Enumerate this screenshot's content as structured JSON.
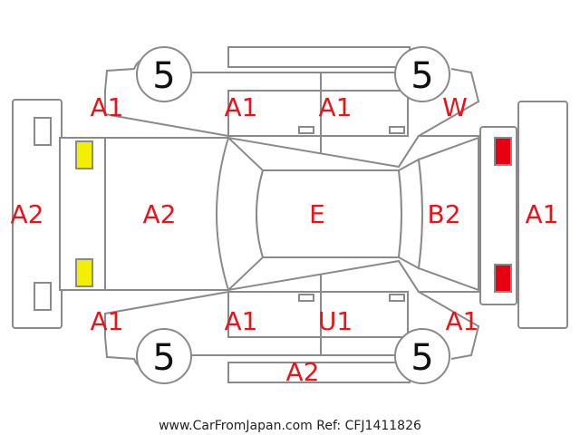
{
  "colors": {
    "damage_code": "#e8141a",
    "outline": "#8a8a8a",
    "fog_lamp": "#f2ef00",
    "tail_lamp": "#e60012"
  },
  "labels": {
    "front_bumper": "A2",
    "hood": "A2",
    "roof": "E",
    "back_door": "B2",
    "rear_bumper": "A1",
    "front_fender_upper": "A1",
    "front_door_upper": "A1",
    "rear_door_upper": "A1",
    "rear_quarter_upper": "W",
    "front_fender_lower": "A1",
    "front_door_lower": "A1",
    "rear_door_lower": "U1",
    "rear_quarter_lower": "A1",
    "side_sill_lower": "A2"
  },
  "wheels": {
    "front_upper": "5",
    "rear_upper": "5",
    "front_lower": "5",
    "rear_lower": "5"
  },
  "caption": "www.CarFromJapan.com Ref: CFJ1411826"
}
